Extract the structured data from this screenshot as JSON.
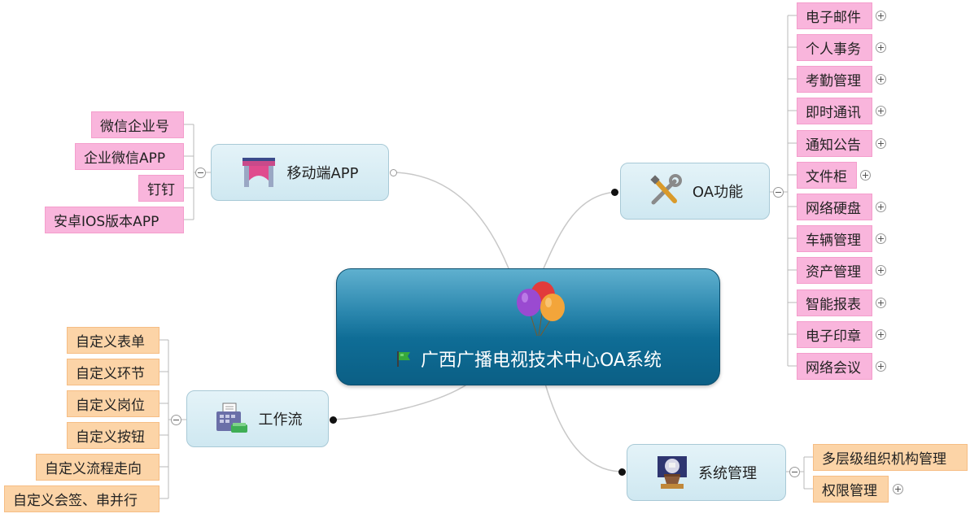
{
  "root": {
    "title": "广西广播电视技术中心OA系统"
  },
  "branches": {
    "mobile": {
      "label": "移动端APP",
      "items": [
        "微信企业号",
        "企业微信APP",
        "钉钉",
        "安卓IOS版本APP"
      ]
    },
    "oa": {
      "label": "OA功能",
      "items": [
        "电子邮件",
        "个人事务",
        "考勤管理",
        "即时通讯",
        "通知公告",
        "文件柜",
        "网络硬盘",
        "车辆管理",
        "资产管理",
        "智能报表",
        "电子印章",
        "网络会议"
      ]
    },
    "workflow": {
      "label": "工作流",
      "items": [
        "自定义表单",
        "自定义环节",
        "自定义岗位",
        "自定义按钮",
        "自定义流程走向",
        "自定义会签、串并行"
      ]
    },
    "system": {
      "label": "系统管理",
      "items": [
        "多层级组织机构管理",
        "权限管理"
      ]
    }
  },
  "colors": {
    "root_fill": "#1a7aa3",
    "branch_fill": "#d8eef5",
    "leaf_pink": "#f9b5dc",
    "leaf_peach": "#fcd4a7",
    "connector": "#c8c8c8"
  }
}
